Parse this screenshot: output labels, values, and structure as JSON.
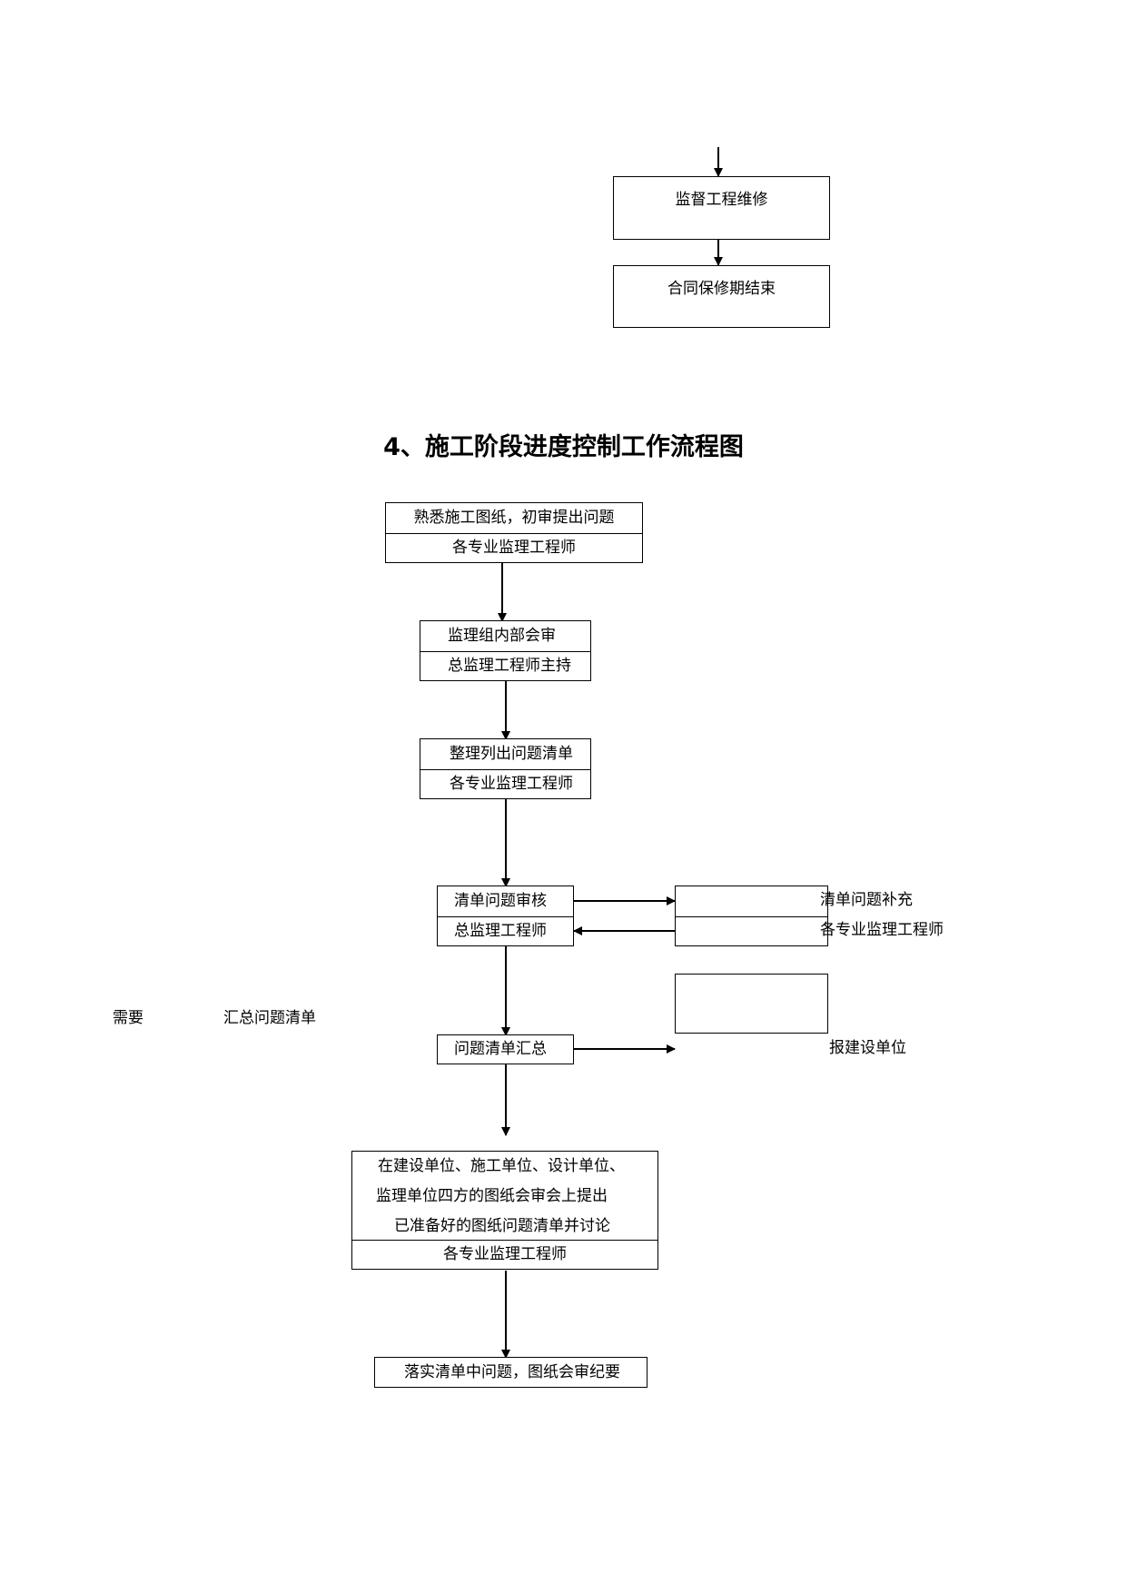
{
  "top_flow": {
    "box1": "监督工程维修",
    "box2": "合同保修期结束"
  },
  "section_title": "4、施工阶段进度控制工作流程图",
  "flow": {
    "step1": {
      "line1": "熟悉施工图纸，初审提出问题",
      "line2": "各专业监理工程师"
    },
    "step2": {
      "line1": "监理组内部会审",
      "line2": "总监理工程师主持"
    },
    "step3": {
      "line1": "整理列出问题清单",
      "line2": "各专业监理工程师"
    },
    "step4": {
      "line1": "清单问题审核",
      "line2": "总监理工程师"
    },
    "side_box": {
      "line1": "清单问题补充",
      "line2": "各专业监理工程师"
    },
    "step5": {
      "line1": "问题清单汇总"
    },
    "report_label": "报建设单位",
    "left_note": {
      "a": "需要",
      "b": "汇总问题清单"
    },
    "step6": {
      "line1": "在建设单位、施工单位、设计单位、",
      "line2": "监理单位四方的图纸会审会上提出",
      "line3": "已准备好的图纸问题清单并讨论",
      "line4": "各专业监理工程师"
    },
    "step7": {
      "line1": "落实清单中问题，图纸会审纪要"
    }
  }
}
